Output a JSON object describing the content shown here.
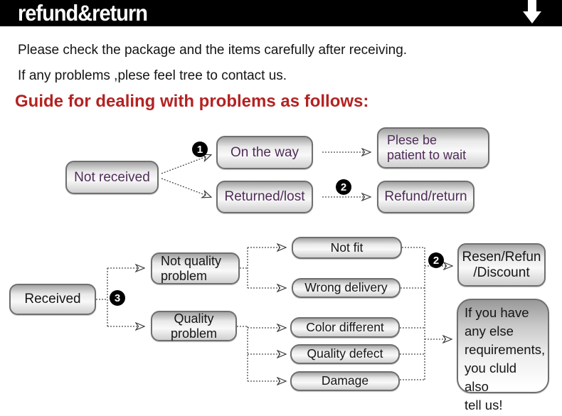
{
  "banner": {
    "title": "refund&return",
    "arrow_icon": "down-arrow"
  },
  "intro": {
    "line1": "Please check the package and the items carefully after receiving.",
    "line2": "If any problems ,plese feel tree to contact us."
  },
  "heading": "Guide for dealing with problems as follows:",
  "colors": {
    "banner_bg": "#000000",
    "heading_red": "#b42222",
    "purple_box_text": "#4f2c58",
    "box_border": "#6f6f6f",
    "box_fill_top": "#a2a2a2",
    "box_fill_bottom": "#cfcfcf"
  },
  "flowchart": {
    "nodes": {
      "not_received": "Not received",
      "on_the_way": "On the way",
      "returned_lost": "Returned/lost",
      "plese_be_patient": "Plese be\npatient to wait",
      "refund_return": "Refund/return",
      "received": "Received",
      "not_quality_problem": "Not quality\nproblem",
      "quality_problem": "Quality\nproblem",
      "not_fit": "Not fit",
      "wrong_delivery": "Wrong delivery",
      "color_different": "Color different",
      "quality_defect": "Quality defect",
      "damage": "Damage",
      "resen_refun_discount": "Resen/Refun\n/Discount",
      "if_you_have": "If you have\nany else\nrequirements,\nyou cluld also\ntell us!"
    },
    "badges": {
      "step1": "1",
      "step2": "2",
      "step3": "3",
      "step2b": "2"
    }
  }
}
